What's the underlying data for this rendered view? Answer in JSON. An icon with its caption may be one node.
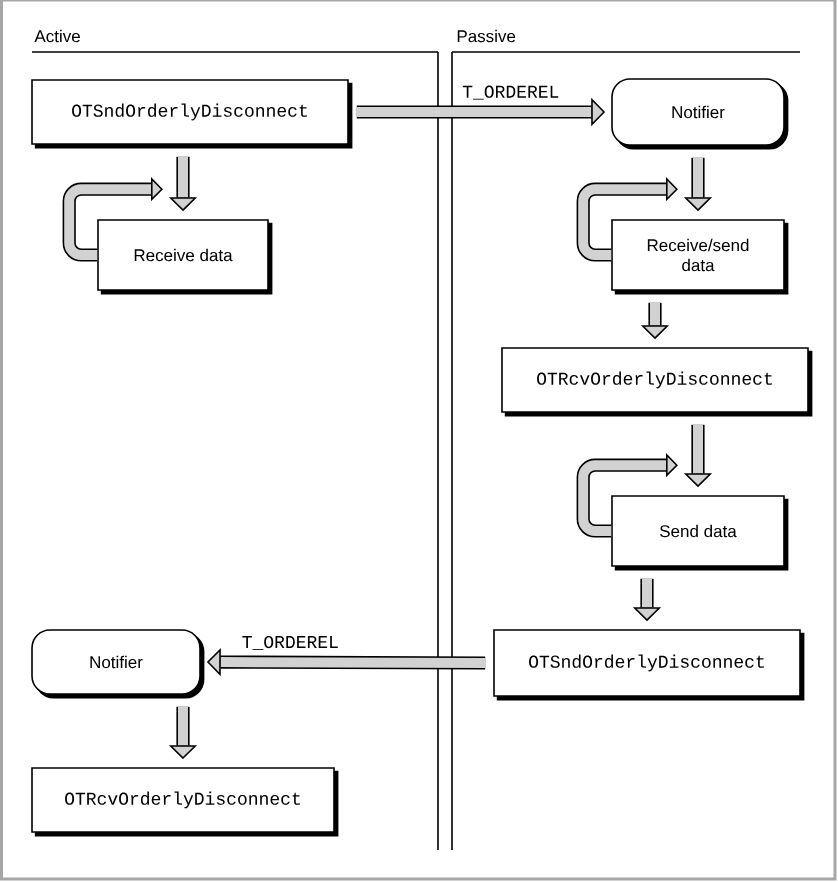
{
  "diagram": {
    "nodes": [
      {
        "text": [
          "OTSndOrderlyDisconnect"
        ]
      },
      {
        "text": [
          "Receive data"
        ]
      },
      {
        "text": [
          "Notifier"
        ]
      },
      {
        "text": [
          "Receive/send data"
        ]
      },
      {
        "text": [
          "OTRcvOrderlyDisconnect"
        ]
      },
      {
        "text": [
          "Send data"
        ]
      },
      {
        "text": [
          "OTSndOrderlyDisconnect"
        ]
      },
      {
        "text": [
          "Notifier"
        ]
      },
      {
        "text": [
          "OTRcvOrderlyDisconnect"
        ]
      }
    ],
    "edges": [
      {
        "from": 0,
        "to": 2,
        "arrow": "to",
        "label": "T_ORDEREL"
      },
      {
        "from": 0,
        "to": 1,
        "arrow": "to"
      },
      {
        "from": 1,
        "to": null,
        "arrow": "to"
      },
      {
        "from": 2,
        "to": 3,
        "arrow": "to"
      },
      {
        "from": 3,
        "to": null,
        "arrow": "to"
      },
      {
        "from": 3,
        "to": 4,
        "arrow": "to"
      },
      {
        "from": 4,
        "to": 5,
        "arrow": "to"
      },
      {
        "from": 5,
        "to": null,
        "arrow": "to"
      },
      {
        "from": 5,
        "to": 6,
        "arrow": "to"
      },
      {
        "from": 6,
        "to": 7,
        "arrow": "to",
        "label": "T_ORDEREL"
      },
      {
        "from": 7,
        "to": 8,
        "arrow": "to"
      }
    ],
    "labels": [
      "Active",
      "Passive"
    ]
  }
}
